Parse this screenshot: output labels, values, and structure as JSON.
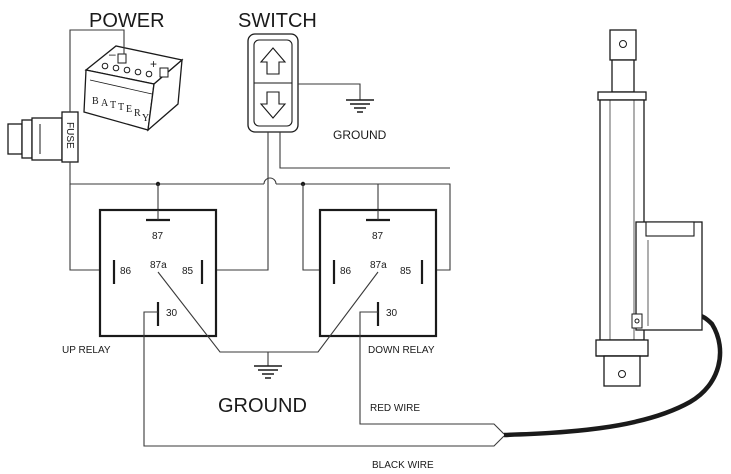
{
  "labels": {
    "power": "POWER",
    "switch": "SWITCH",
    "ground_switch": "GROUND",
    "ground_main": "GROUND",
    "battery": [
      "B",
      "A",
      "T",
      "T",
      "E",
      "R",
      "Y"
    ],
    "fuse": "FUSE",
    "up_relay": "UP RELAY",
    "down_relay": "DOWN RELAY",
    "red_wire": "RED WIRE",
    "black_wire": "BLACK WIRE"
  },
  "relays": [
    {
      "pins": {
        "p87": "87",
        "p86": "86",
        "p87a": "87a",
        "p85": "85",
        "p30": "30"
      }
    },
    {
      "pins": {
        "p87": "87",
        "p86": "86",
        "p87a": "87a",
        "p85": "85",
        "p30": "30"
      }
    }
  ],
  "battery_marks": {
    "minus": "–",
    "plus": "+"
  },
  "colors": {
    "line": "#1a1a1a",
    "wire": "#3a3a3a",
    "actuator_fill": "#ffffff"
  }
}
